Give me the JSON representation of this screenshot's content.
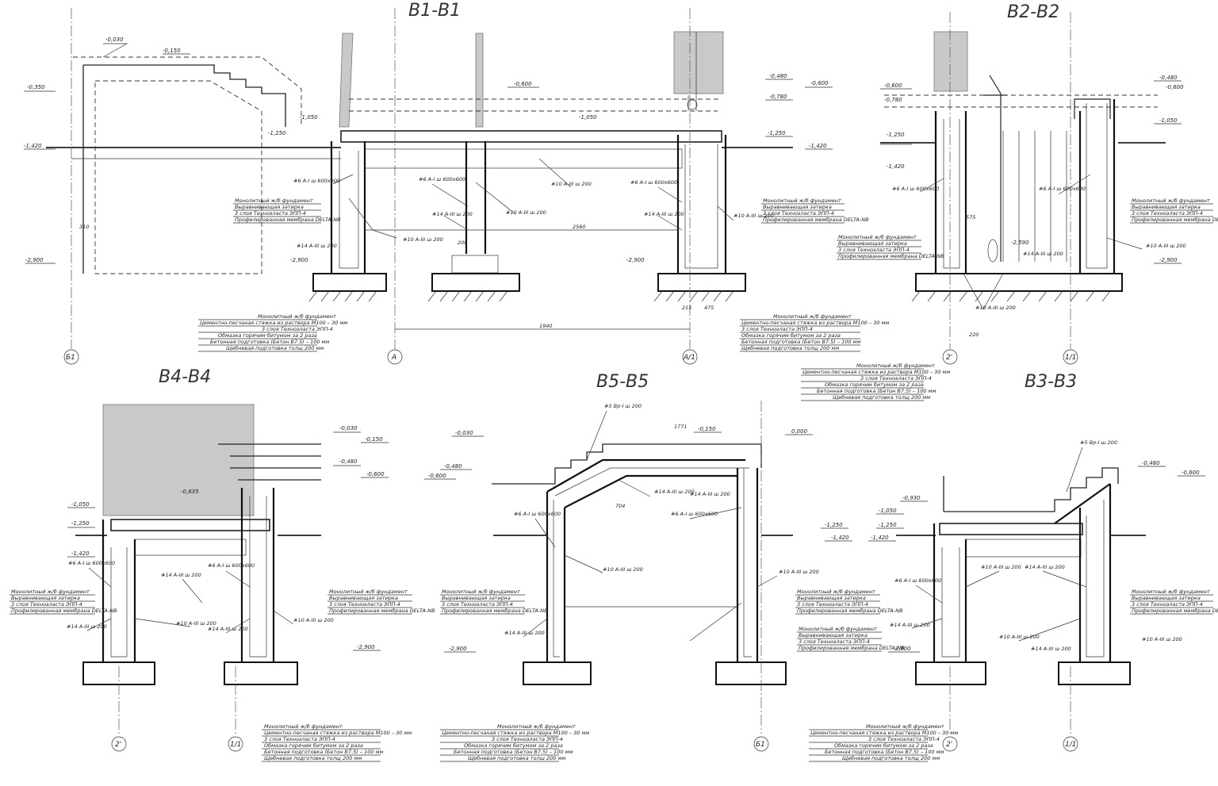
{
  "sections": [
    {
      "id": "b1",
      "title": "В1-В1",
      "levels": [
        "-0,030",
        "-0,150",
        "-0,350",
        "-1,420",
        "-2,900",
        "-0,600",
        "-1,050",
        "-1,250",
        "-2,900",
        "-0,480",
        "-0,780",
        "-0,600",
        "-1,250",
        "-1,420",
        "-2,900",
        "-1,050"
      ],
      "bars": [
        "#6 A-I ш 600x600",
        "#14 A-III ш 200",
        "#10 A-III ш 200",
        "#6 A-I ш 600x600",
        "#14 A-III ш 200",
        "#10 A-III ш 200",
        "#6 A-I ш 600x600",
        "#14 A-III ш 200",
        "#10 A-III ш 200",
        "#10 A-III ш 200"
      ],
      "dims": [
        "2560",
        "1940",
        "215",
        "475",
        "310",
        "200"
      ],
      "axes": [
        "Б1",
        "А",
        "А/1"
      ],
      "wall_note": [
        "Монолитный ж/б фундамент",
        "Выравнивающая затирка",
        "3 слоя Техноэласта ЭПП-4",
        "Профилированная мембрана DELTA-NB"
      ],
      "floor_note": [
        "Монолитный ж/б фундамент",
        "Цементно-песчаная стяжка из раствора М100 – 30 мм",
        "3 слоя Техноэласта ЭПП-4",
        "Обмазка горячим битумом за 2 раза",
        "Бетонная подготовка (Бетон В7.5) – 100 мм",
        "Щебневая подготовка толщ 200 мм"
      ]
    },
    {
      "id": "b2",
      "title": "В2-В2",
      "levels": [
        "-0,600",
        "-0,780",
        "-1,250",
        "-1,420",
        "-0,480",
        "-0,600",
        "-1,050",
        "-2,900",
        "-2,590"
      ],
      "bars": [
        "#6 A-I ш 600x600",
        "#6 A-I ш 600x600",
        "#14 A-III ш 200",
        "#10 A-III ш 200",
        "#10 A-III ш 200"
      ],
      "dims": [
        "575",
        "220"
      ],
      "axes": [
        "2'",
        "1/1"
      ],
      "wall_note": [
        "Монолитный ж/б фундамент",
        "Выравнивающая затирка",
        "3 слоя Техноэласта ЭПП-4",
        "Профилированная мембрана DELTA-NB"
      ],
      "wall_note_2": [
        "Монолитный ж/б фундамент",
        "Выравнивающая затирка",
        "3 слоя Техноэласта ЭПП-4",
        "Профилированная мембрана DELTA-NB"
      ],
      "floor_note": [
        "Монолитный ж/б фундамент",
        "Цементно-песчаная стяжка из раствора М100 – 30 мм",
        "3 слоя Техноэласта ЭПП-4",
        "Обмазка горячим битумом за 2 раза",
        "Бетонная подготовка (Бетон В7.5) – 100 мм",
        "Щебневая подготовка толщ 200 мм"
      ]
    },
    {
      "id": "b4",
      "title": "В4-В4",
      "levels": [
        "-0,030",
        "-0,150",
        "-0,480",
        "-0,600",
        "-0,835",
        "-1,050",
        "-1,250",
        "-1,420",
        "-2,900"
      ],
      "bars": [
        "#6 A-I ш 600x600",
        "#14 A-III ш 200",
        "#14 A-III ш 200",
        "#6 A-I ш 600x600",
        "#14 A-III ш 200",
        "#10 A-III ш 200",
        "#10 A-III ш 200"
      ],
      "axes": [
        "2'",
        "1/1"
      ],
      "wall_note": [
        "Монолитный ж/б фундамент",
        "Выравнивающая затирка",
        "3 слоя Техноэласта ЭПП-4",
        "Профилированная мембрана DELTA-NB"
      ],
      "wall_note_2": [
        "Монолитный ж/б фундамент",
        "Выравнивающая затирка",
        "3 слоя Техноэласта ЭПП-4",
        "Профилированная мембрана DELTA-NB"
      ],
      "floor_note": [
        "Монолитный ж/б фундамент",
        "Цементно-песчаная стяжка из раствора М100 – 30 мм",
        "3 слоя Техноэласта ЭПП-4",
        "Обмазка горячим битумом за 2 раза",
        "Бетонная подготовка (Бетон В7.5) – 100 мм",
        "Щебневая подготовка толщ 200 мм"
      ]
    },
    {
      "id": "b5",
      "title": "В5-В5",
      "levels": [
        "-0,030",
        "-0,150",
        "0,000",
        "-0,480",
        "-0,600",
        "-1,250",
        "-1,420",
        "-2,900"
      ],
      "bars": [
        "#5 Вр-I ш 200",
        "#6 A-I ш 600x600",
        "#14 A-III ш 200",
        "#10 A-III ш 200",
        "#6 A-I ш 600x600",
        "#14 A-III ш 200",
        "#10 A-III ш 200",
        "#14 A-III ш 200"
      ],
      "dims": [
        "1771",
        "704"
      ],
      "axes": [
        "Б1"
      ],
      "wall_note": [
        "Монолитный ж/б фундамент",
        "Выравнивающая затирка",
        "3 слоя Техноэласта ЭПП-4",
        "Профилированная мембрана DELTA-NB"
      ],
      "wall_note_2": [
        "Монолитный ж/б фундамент",
        "Выравнивающая затирка",
        "3 слоя Техноэласта ЭПП-4",
        "Профилированная мембрана DELTA-NB"
      ],
      "floor_note": [
        "Монолитный ж/б фундамент",
        "Цементно-песчаная стяжка из раствора М100 – 30 мм",
        "3 слоя Техноэласта ЭПП-4",
        "Обмазка горячим битумом за 2 раза",
        "Бетонная подготовка (Бетон В7.5) – 100 мм",
        "Щебневая подготовка толщ 200 мм"
      ]
    },
    {
      "id": "b3",
      "title": "В3-В3",
      "levels": [
        "-0,930",
        "-1,050",
        "-1,250",
        "-1,420",
        "-2,900",
        "-0,480",
        "-0,600"
      ],
      "bars": [
        "#5 Вр-I ш 200",
        "#6 A-I ш 600x600",
        "#14 A-III ш 200",
        "#10 A-III ш 200",
        "#14 A-III ш 200",
        "#10 A-III ш 200"
      ],
      "axes": [
        "2'",
        "1/1"
      ],
      "wall_note": [
        "Монолитный ж/б фундамент",
        "Выравнивающая затирка",
        "3 слоя Техноэласта ЭПП-4",
        "Профилированная мембрана DELTA-NB"
      ],
      "wall_note_2": [
        "Монолитный ж/б фундамент",
        "Выравнивающая затирка",
        "3 слоя Техноэласта ЭПП-4",
        "Профилированная мембрана DELTA-NB"
      ],
      "floor_note": [
        "Монолитный ж/б фундамент",
        "Цементно-песчаная стяжка из раствора М100 – 30 мм",
        "3 слоя Техноэласта ЭПП-4",
        "Обмазка горячим битумом за 2 раза",
        "Бетонная подготовка (Бетон В7.5) – 100 мм",
        "Щебневая подготовка толщ 200 мм"
      ]
    }
  ]
}
